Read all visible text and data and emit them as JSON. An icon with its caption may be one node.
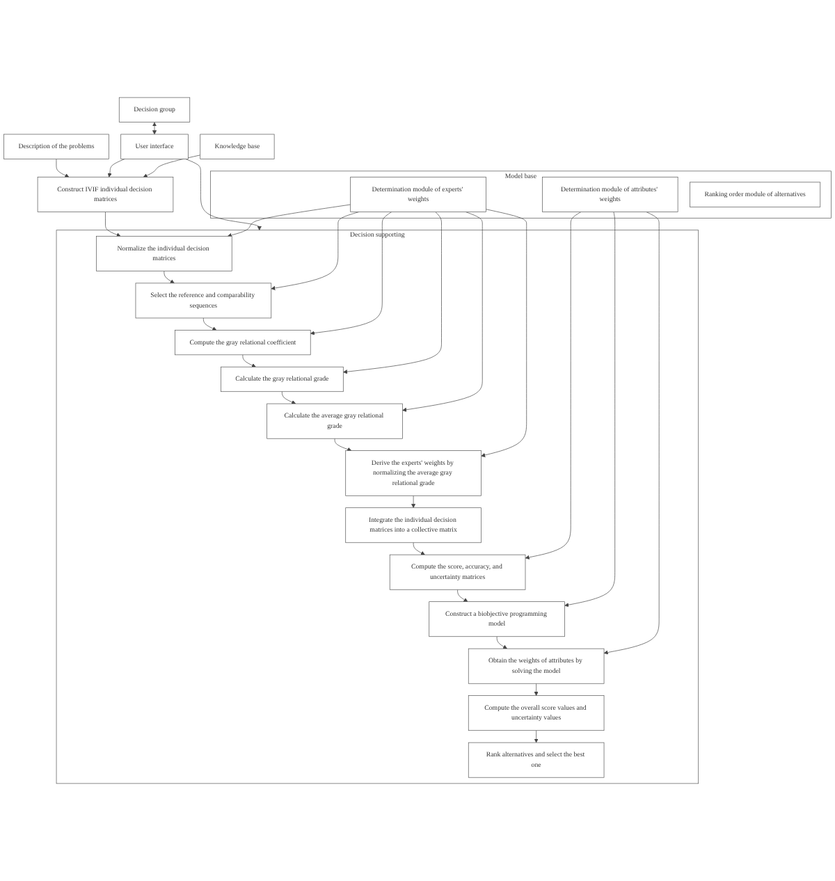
{
  "diagram": {
    "nodes": [
      {
        "text": [
          "Decision group"
        ]
      },
      {
        "text": [
          "User interface"
        ]
      },
      {
        "text": [
          "Description of the problems"
        ]
      },
      {
        "text": [
          "Knowledge base"
        ]
      },
      {
        "text": [
          "Construct IVIF individual decision matrices"
        ]
      },
      {
        "text": [
          "Decision supporting"
        ]
      },
      {
        "text": [
          "Normalize the individual decision matrices"
        ],
        "in": 5
      },
      {
        "text": [
          "Select the reference and comparability sequences"
        ],
        "in": 5
      },
      {
        "text": [
          "Compute the gray relational coefficient"
        ],
        "in": 5
      },
      {
        "text": [
          "Calculate the gray relational grade"
        ],
        "in": 5
      },
      {
        "text": [
          "Calculate the average gray relational grade"
        ],
        "in": 5
      },
      {
        "text": [
          "Derive the experts' weights by normalizing the average gray relational grade"
        ],
        "in": 5
      },
      {
        "text": [
          "Integrate the individual decision matrices into a collective matrix"
        ],
        "in": 5
      },
      {
        "text": [
          "Compute the score, accuracy, and uncertainty matrices"
        ],
        "in": 5
      },
      {
        "text": [
          "Construct a biobjective programming model"
        ],
        "in": 5
      },
      {
        "text": [
          "Obtain the weights of attributes by solving the model"
        ],
        "in": 5
      },
      {
        "text": [
          "Compute the overall score values and uncertainty values"
        ],
        "in": 5
      },
      {
        "text": [
          "Rank alternatives and select the best one"
        ],
        "in": 5
      },
      {
        "text": [
          "Model base"
        ]
      },
      {
        "text": [
          "Determination module of experts' weights"
        ],
        "in": 18
      },
      {
        "text": [
          "Determination module of attributes' weights"
        ],
        "in": 18
      },
      {
        "text": [
          "Ranking order module of alternatives"
        ],
        "in": 18
      }
    ],
    "edges": [
      {
        "from": 0,
        "to": 1,
        "arrow": "both"
      },
      {
        "from": 2,
        "to": 4,
        "arrow": "to"
      },
      {
        "from": 1,
        "to": 4,
        "arrow": "to"
      },
      {
        "from": 3,
        "to": 4,
        "arrow": "to"
      },
      {
        "from": 1,
        "to": 5,
        "arrow": "to"
      },
      {
        "from": 4,
        "to": 6,
        "arrow": "to"
      },
      {
        "from": 6,
        "to": 7,
        "arrow": "to"
      },
      {
        "from": 7,
        "to": 8,
        "arrow": "to"
      },
      {
        "from": 8,
        "to": 9,
        "arrow": "to"
      },
      {
        "from": 9,
        "to": 10,
        "arrow": "to"
      },
      {
        "from": 10,
        "to": 11,
        "arrow": "to"
      },
      {
        "from": 11,
        "to": 12,
        "arrow": "to"
      },
      {
        "from": 12,
        "to": 13,
        "arrow": "to"
      },
      {
        "from": 13,
        "to": 14,
        "arrow": "to"
      },
      {
        "from": 14,
        "to": 15,
        "arrow": "to"
      },
      {
        "from": 15,
        "to": 16,
        "arrow": "to"
      },
      {
        "from": 16,
        "to": 17,
        "arrow": "to"
      },
      {
        "from": 19,
        "to": 6,
        "arrow": "to"
      },
      {
        "from": 19,
        "to": 7,
        "arrow": "to"
      },
      {
        "from": 19,
        "to": 8,
        "arrow": "to"
      },
      {
        "from": 19,
        "to": 9,
        "arrow": "to"
      },
      {
        "from": 19,
        "to": 10,
        "arrow": "to"
      },
      {
        "from": 19,
        "to": 11,
        "arrow": "to"
      },
      {
        "from": 20,
        "to": 13,
        "arrow": "to"
      },
      {
        "from": 20,
        "to": 14,
        "arrow": "to"
      },
      {
        "from": 20,
        "to": 15,
        "arrow": "to"
      }
    ]
  }
}
